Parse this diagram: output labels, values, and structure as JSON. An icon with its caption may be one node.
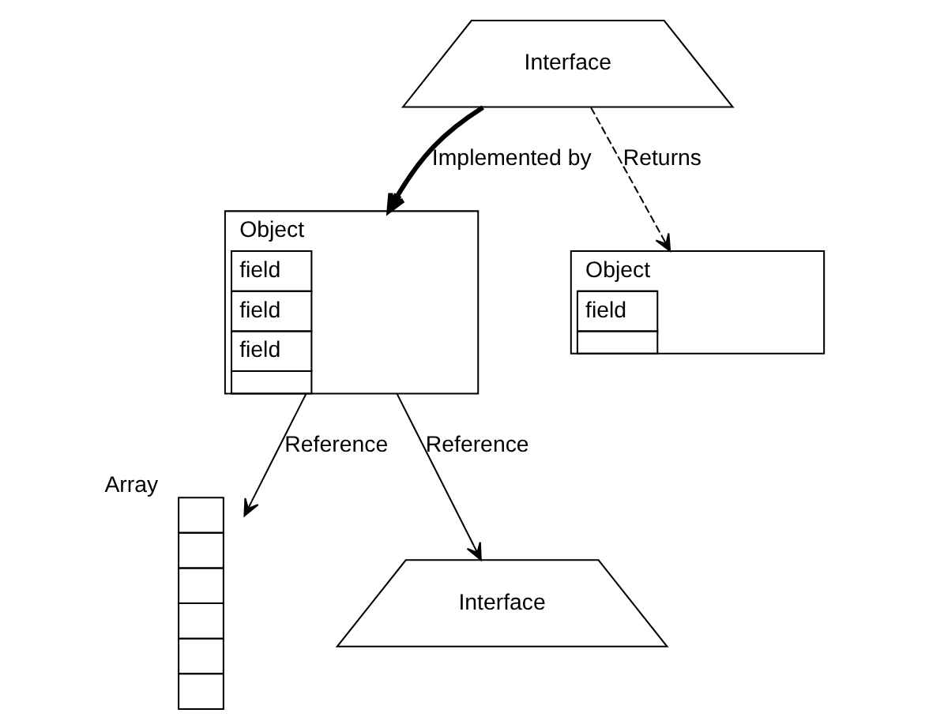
{
  "diagram": {
    "nodes": [
      {
        "text": [
          "Interface"
        ]
      },
      {
        "text": [
          "Object",
          "field",
          "field",
          "field"
        ]
      },
      {
        "text": [
          "Object",
          "field"
        ]
      },
      {
        "text": [],
        "shape": "box",
        "beside": [
          "Array"
        ]
      },
      {
        "text": [
          "Interface"
        ]
      }
    ],
    "edges": [
      {
        "from": 0,
        "to": 1,
        "arrow": "to",
        "label": "Implemented by",
        "style": "thick"
      },
      {
        "from": 0,
        "to": 2,
        "arrow": "to",
        "label": "Returns",
        "style": "dashed"
      },
      {
        "from": 1,
        "to": 3,
        "arrow": "to",
        "label": "Reference"
      },
      {
        "from": 1,
        "to": 4,
        "arrow": "to",
        "label": "Reference"
      }
    ]
  }
}
